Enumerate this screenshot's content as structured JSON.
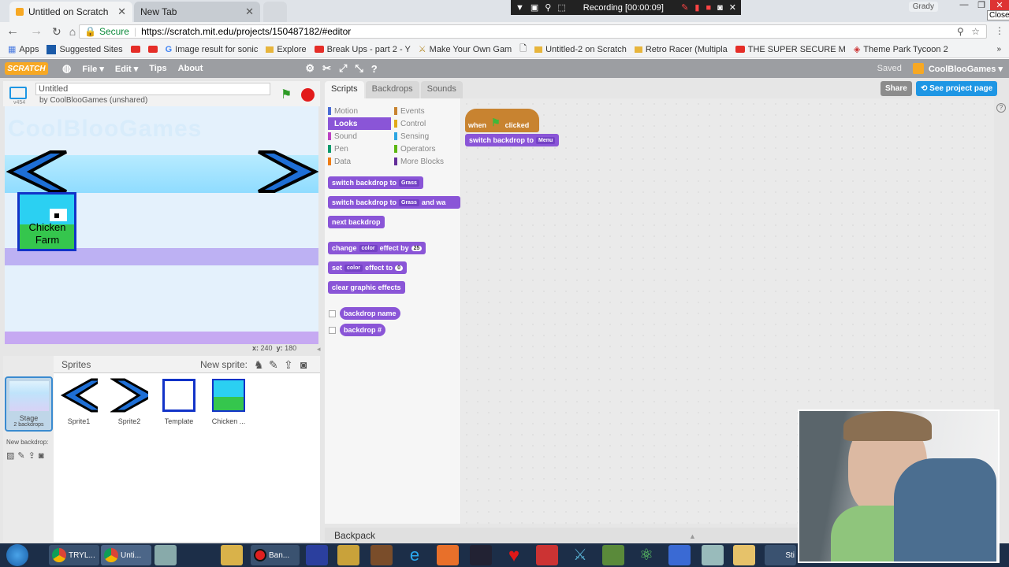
{
  "browser": {
    "tabs": [
      {
        "label": "Untitled on Scratch"
      },
      {
        "label": "New Tab"
      }
    ],
    "recording": "Recording [00:00:09]",
    "user": "Grady",
    "close_label": "Close",
    "secure": "Secure",
    "url": "https://scratch.mit.edu/projects/150487182/#editor",
    "bookmarks": [
      "Apps",
      "Suggested Sites",
      "",
      "Image result for sonic",
      "Explore",
      "Break Ups - part 2 - Y",
      "Make Your Own Gam",
      "",
      "Untitled-2 on Scratch",
      "Retro Racer (Multipla",
      "THE SUPER SECURE M",
      "Theme Park Tycoon 2"
    ]
  },
  "menubar": {
    "logo": "SCRATCH",
    "items": [
      "File ▾",
      "Edit ▾",
      "Tips",
      "About"
    ],
    "saved": "Saved",
    "account": "CoolBlooGames ▾"
  },
  "project": {
    "title": "Untitled",
    "byline": "by CoolBlooGames (unshared)",
    "version": "v454"
  },
  "stage": {
    "watermark": "CoolBlooGames",
    "chicken_label_1": "Chicken",
    "chicken_label_2": "Farm",
    "x_label": "x:",
    "x": "240",
    "y_label": "y:",
    "y": "180"
  },
  "sprites": {
    "title": "Sprites",
    "new_sprite": "New sprite:",
    "stage_label": "Stage",
    "stage_sub": "2 backdrops",
    "new_backdrop": "New backdrop:",
    "items": [
      "Sprite1",
      "Sprite2",
      "Template",
      "Chicken ..."
    ]
  },
  "tabs": [
    "Scripts",
    "Backdrops",
    "Sounds"
  ],
  "categories_left": [
    {
      "name": "Motion",
      "color": "#4a6cd4"
    },
    {
      "name": "Looks",
      "color": "#8a55d7"
    },
    {
      "name": "Sound",
      "color": "#bb42c3"
    },
    {
      "name": "Pen",
      "color": "#0e9a6c"
    },
    {
      "name": "Data",
      "color": "#ee7d16"
    }
  ],
  "categories_right": [
    {
      "name": "Events",
      "color": "#c88330"
    },
    {
      "name": "Control",
      "color": "#e1a91a"
    },
    {
      "name": "Sensing",
      "color": "#2ca5e2"
    },
    {
      "name": "Operators",
      "color": "#5cb712"
    },
    {
      "name": "More Blocks",
      "color": "#632d99"
    }
  ],
  "blocks": {
    "switch": "switch backdrop to",
    "grass": "Grass",
    "and": "and wa",
    "next": "next backdrop",
    "change": "change",
    "color": "color",
    "effect_by": "effect by",
    "num25": "25",
    "set": "set",
    "effect_to": "effect to",
    "num0": "0",
    "clear": "clear graphic effects",
    "backdrop_name": "backdrop name",
    "backdrop_num": "backdrop #"
  },
  "script": {
    "when": "when",
    "clicked": "clicked",
    "switch": "switch backdrop to",
    "menu": "Menu"
  },
  "buttons": {
    "share": "Share",
    "see_page": "See project page"
  },
  "backpack": "Backpack",
  "taskbar": {
    "t1": "TRYL...",
    "t2": "Unti...",
    "t3": "Ban...",
    "t4": "Sti"
  }
}
